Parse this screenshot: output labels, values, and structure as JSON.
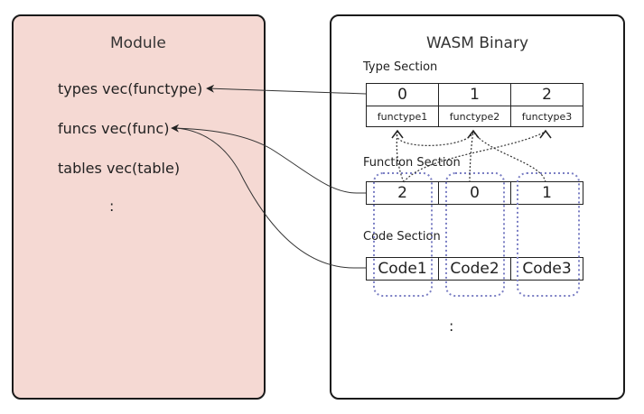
{
  "module": {
    "title": "Module",
    "lines": [
      "types vec(functype)",
      "funcs vec(func)",
      "tables vec(table)",
      ":"
    ]
  },
  "wasm": {
    "title": "WASM Binary",
    "type_section": {
      "label": "Type Section",
      "indices": [
        "0",
        "1",
        "2"
      ],
      "names": [
        "functype1",
        "functype2",
        "functype3"
      ]
    },
    "function_section": {
      "label": "Function Section",
      "values": [
        "2",
        "0",
        "1"
      ]
    },
    "code_section": {
      "label": "Code Section",
      "values": [
        "Code1",
        "Code2",
        "Code3"
      ]
    },
    "ellipsis": ":"
  },
  "colors": {
    "module_bg": "#f5d9d3",
    "group_outline": "#7b7fc4",
    "border": "#1a1a1a"
  }
}
